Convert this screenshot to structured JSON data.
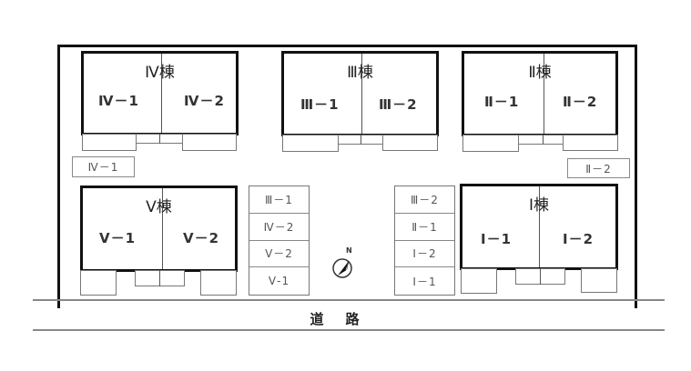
{
  "buildings": {
    "iv": {
      "name": "Ⅳ棟",
      "units": [
        "Ⅳ－1",
        "Ⅳ－2"
      ]
    },
    "iii": {
      "name": "Ⅲ棟",
      "units": [
        "Ⅲ－1",
        "Ⅲ－2"
      ]
    },
    "ii": {
      "name": "Ⅱ棟",
      "units": [
        "Ⅱ－1",
        "Ⅱ－2"
      ]
    },
    "v": {
      "name": "Ⅴ棟",
      "units": [
        "Ⅴ－1",
        "Ⅴ－2"
      ]
    },
    "i": {
      "name": "Ⅰ棟",
      "units": [
        "Ⅰ－1",
        "Ⅰ－2"
      ]
    }
  },
  "parking_labels": {
    "left_single": "Ⅳ－1",
    "right_single": "Ⅱ－2",
    "left_column": [
      "Ⅲ－1",
      "Ⅳ－2",
      "Ⅴ－2",
      "Ⅴ-1"
    ],
    "right_column": [
      "Ⅲ－2",
      "Ⅱ－1",
      "Ⅰ－2",
      "Ⅰ－1"
    ]
  },
  "compass": {
    "label": "N"
  },
  "road": {
    "label": "道路"
  }
}
